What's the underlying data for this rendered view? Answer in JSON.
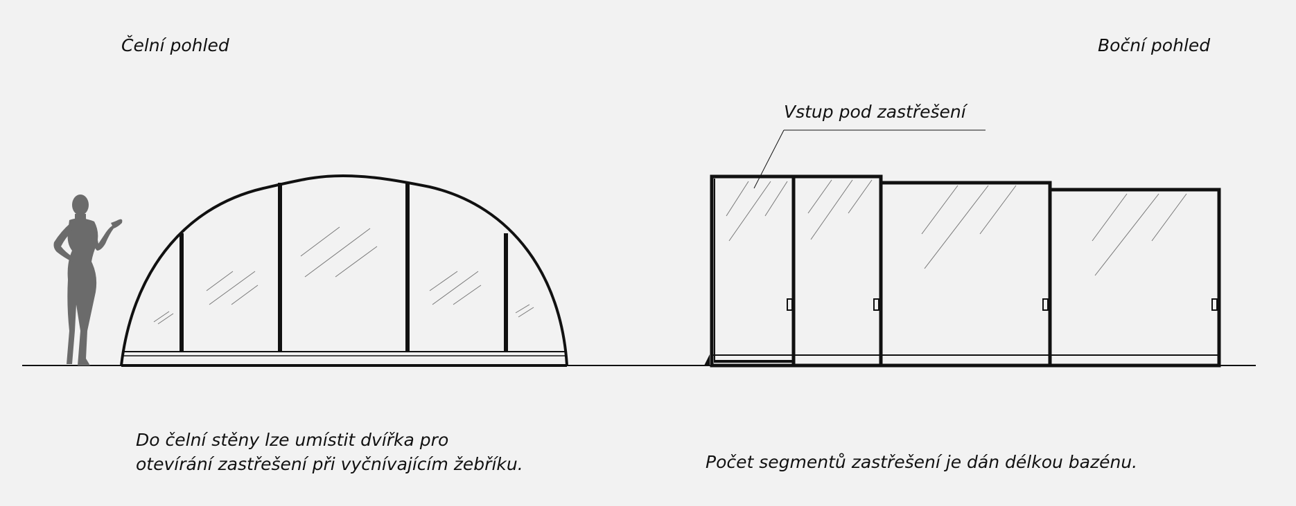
{
  "front_view": {
    "title": "Čelní pohled",
    "note_line1": "Do čelní stěny lze umístit dvířka pro",
    "note_line2": "otevírání zastřešení při vyčnívajícím žebříku."
  },
  "side_view": {
    "title": "Boční pohled",
    "entry_label": "Vstup pod zastřešení",
    "note": "Počet segmentů zastřešení je dán délkou bazénu."
  },
  "colors": {
    "background": "#f2f2f2",
    "line": "#111111",
    "figure": "#6b6b6b",
    "glass": "#777777"
  }
}
